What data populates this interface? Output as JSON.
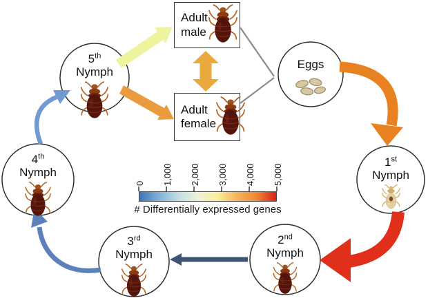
{
  "figure": {
    "description": "Bed bug life cycle diagram with arrows colored by number of differentially expressed genes"
  },
  "nodes": {
    "nymph1": {
      "ordinal": "1",
      "suffix": "st",
      "name": "Nymph"
    },
    "nymph2": {
      "ordinal": "2",
      "suffix": "nd",
      "name": "Nymph"
    },
    "nymph3": {
      "ordinal": "3",
      "suffix": "rd",
      "name": "Nymph"
    },
    "nymph4": {
      "ordinal": "4",
      "suffix": "th",
      "name": "Nymph"
    },
    "nymph5": {
      "ordinal": "5",
      "suffix": "th",
      "name": "Nymph"
    },
    "eggs": {
      "name": "Eggs"
    },
    "adult_male": {
      "line1": "Adult",
      "line2": "male"
    },
    "adult_female": {
      "line1": "Adult",
      "line2": "female"
    }
  },
  "colorbar": {
    "label": "# Differentially expressed genes",
    "ticks": [
      "0",
      "1,000",
      "2,000",
      "3,000",
      "4,000",
      "5,000"
    ],
    "min": 0,
    "max": 5000,
    "gradient_stops": [
      "#3e74b6",
      "#7fb2d8",
      "#c3dde2",
      "#eef2d8",
      "#f8ee9c",
      "#f5b45c",
      "#ef8634",
      "#d7221b"
    ]
  },
  "arrows": {
    "eggs_to_nymph1": {
      "color": "#e8811f",
      "from": "Eggs",
      "to": "1st Nymph"
    },
    "nymph1_to_nymph2": {
      "color": "#e0301b",
      "from": "1st Nymph",
      "to": "2nd Nymph"
    },
    "nymph2_to_nymph3": {
      "color": "#3e5673",
      "from": "2nd Nymph",
      "to": "3rd Nymph"
    },
    "nymph3_to_nymph4": {
      "color": "#5c81ba",
      "from": "3rd Nymph",
      "to": "4th Nymph"
    },
    "nymph4_to_nymph5": {
      "color": "#719ad4",
      "from": "4th Nymph",
      "to": "5th Nymph"
    },
    "nymph5_to_adult_male": {
      "color": "#eef39e",
      "from": "5th Nymph",
      "to": "Adult male"
    },
    "nymph5_to_adult_female": {
      "color": "#e99b3e",
      "from": "5th Nymph",
      "to": "Adult female"
    },
    "adult_mating": {
      "color": "#eaa93c",
      "from": "Adult male",
      "to": "Adult female"
    },
    "egg_connectors": {
      "color": "#8b8b8b",
      "from": "Adults",
      "to": "Eggs"
    }
  }
}
